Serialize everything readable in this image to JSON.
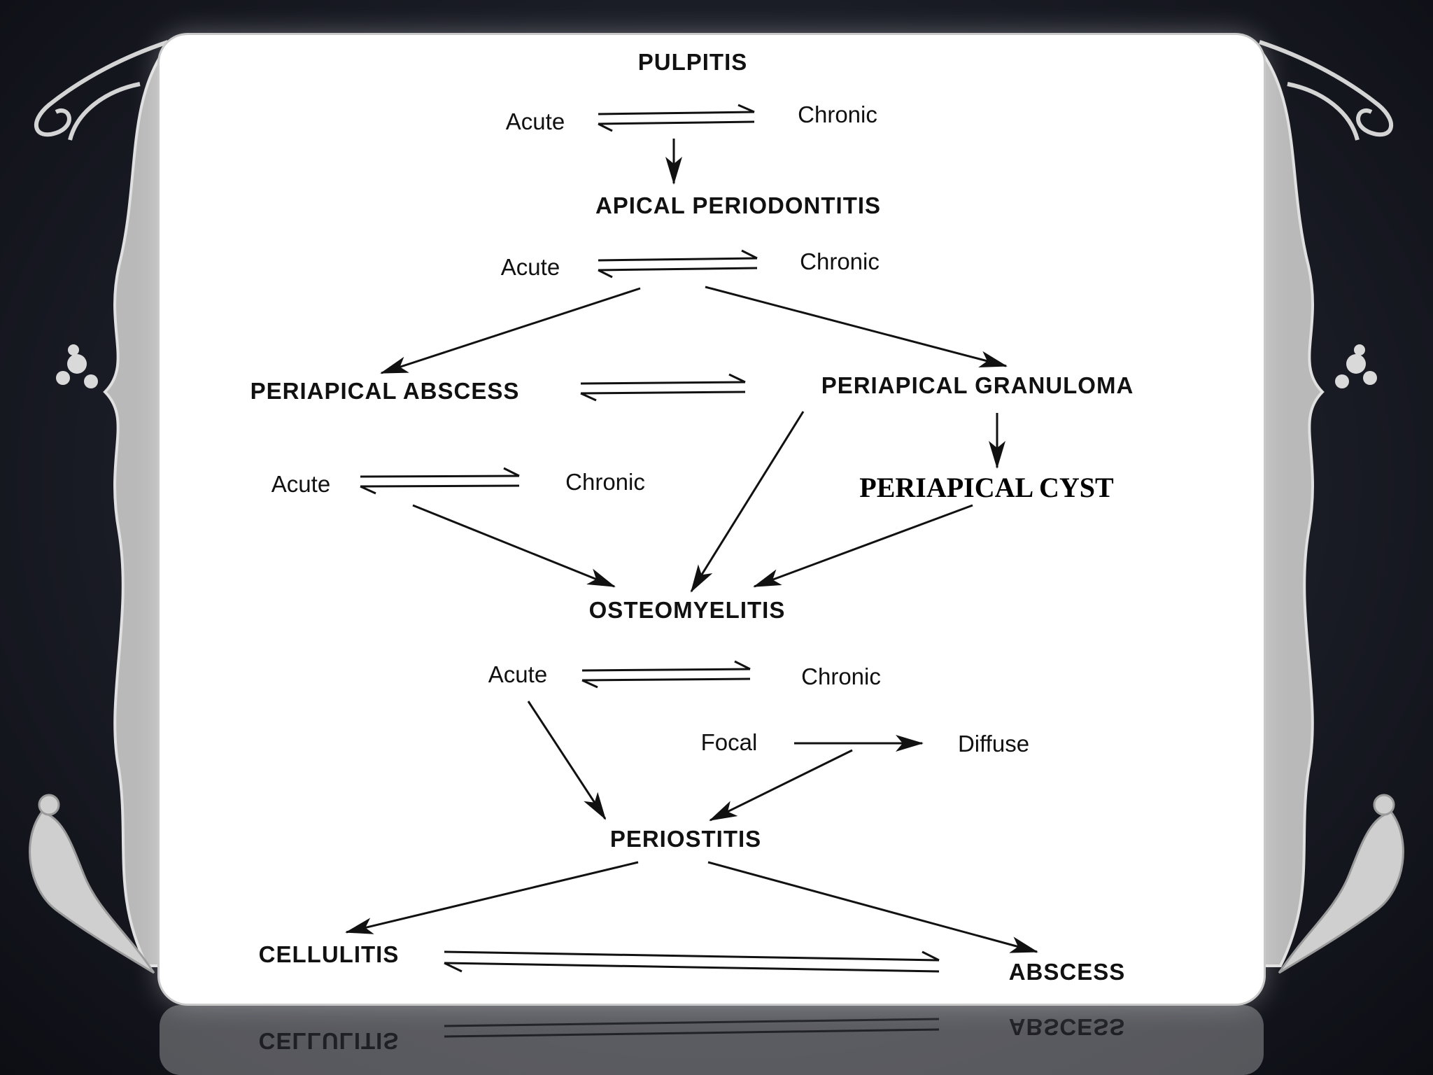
{
  "diagram": {
    "pulpitis": "PULPITIS",
    "pulpitis_acute": "Acute",
    "pulpitis_chronic": "Chronic",
    "apical_periodontitis": "APICAL PERIODONTITIS",
    "ap_acute": "Acute",
    "ap_chronic": "Chronic",
    "periapical_abscess": "PERIAPICAL ABSCESS",
    "periapical_granuloma": "PERIAPICAL GRANULOMA",
    "pa_acute": "Acute",
    "pa_chronic": "Chronic",
    "periapical_cyst": "PERIAPICAL CYST",
    "osteomyelitis": "OSTEOMYELITIS",
    "osteo_acute": "Acute",
    "osteo_chronic": "Chronic",
    "focal": "Focal",
    "diffuse": "Diffuse",
    "periostitis": "PERIOSTITIS",
    "cellulitis": "CELLULITIS",
    "abscess": "ABSCESS"
  },
  "reflection": {
    "cellulitis": "CELLULITIS",
    "abscess": "ABSCESS"
  },
  "colors": {
    "background": "#1b1d27",
    "card": "#ffffff",
    "ornament": "#bfbfbf",
    "ink": "#111111"
  }
}
